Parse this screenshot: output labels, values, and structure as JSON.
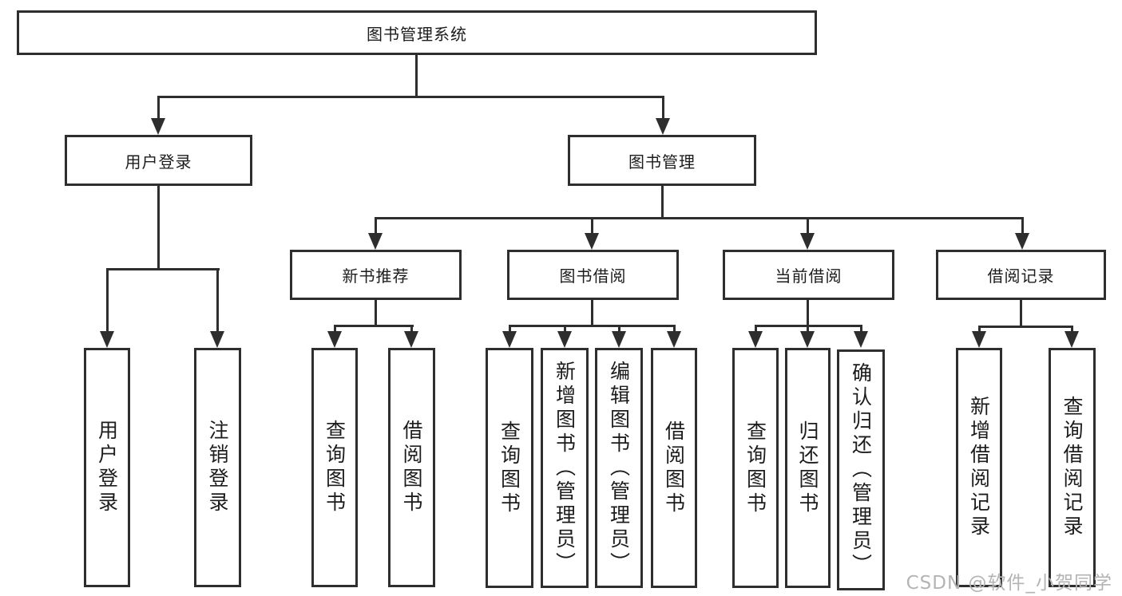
{
  "diagram_type": "hierarchy-tree",
  "colors": {
    "background": "#ffffff",
    "box_border": "#2e2e2e",
    "box_fill": "#ffffff",
    "connector_line": "#2e2e2e",
    "text": "#1c1c1c",
    "watermark": "#b5b3b3"
  },
  "root": {
    "label": "图书管理系统",
    "children": [
      {
        "label": "用户登录",
        "children": [
          {
            "label": "用户登录"
          },
          {
            "label": "注销登录"
          }
        ]
      },
      {
        "label": "图书管理",
        "children": [
          {
            "label": "新书推荐",
            "children": [
              {
                "label": "查询图书"
              },
              {
                "label": "借阅图书"
              }
            ]
          },
          {
            "label": "图书借阅",
            "children": [
              {
                "label": "查询图书"
              },
              {
                "label": "新增图书（管理员）"
              },
              {
                "label": "编辑图书（管理员）"
              },
              {
                "label": "借阅图书"
              }
            ]
          },
          {
            "label": "当前借阅",
            "children": [
              {
                "label": "查询图书"
              },
              {
                "label": "归还图书"
              },
              {
                "label": "确认归还（管理员）"
              }
            ]
          },
          {
            "label": "借阅记录",
            "children": [
              {
                "label": "新增借阅记录"
              },
              {
                "label": "查询借阅记录"
              }
            ]
          }
        ]
      }
    ]
  },
  "watermark": {
    "text": "CSDN @软件_小贺同学"
  }
}
